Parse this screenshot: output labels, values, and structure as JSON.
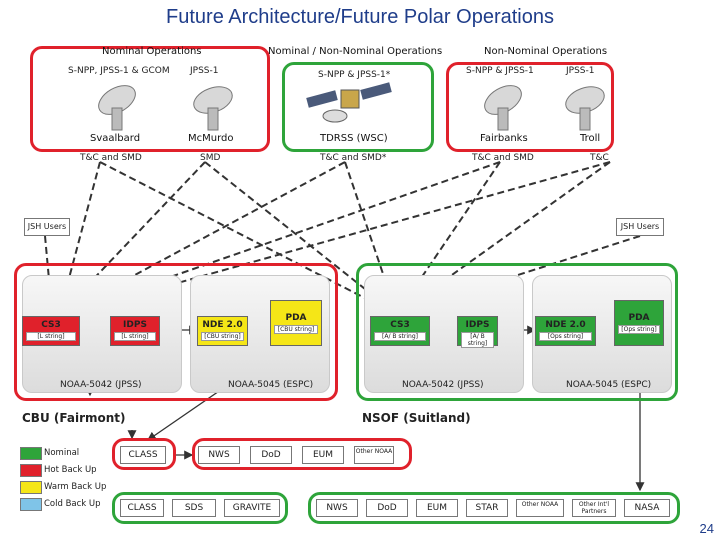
{
  "title": "Future Architecture/Future Polar Operations",
  "page_number": "24",
  "ground_groups": {
    "left": {
      "header": "Nominal Operations",
      "sat_left": "S-NPP, JPSS-1 & GCOM",
      "sat_right": "JPSS-1",
      "station_left": "Svaalbard",
      "station_right": "McMurdo",
      "link_left": "T&C and SMD",
      "link_right": "SMD"
    },
    "center": {
      "header": "Nominal / Non-Nominal Operations",
      "sat": "S-NPP & JPSS-1*",
      "station": "TDRSS (WSC)",
      "link": "T&C and SMD*"
    },
    "right": {
      "header": "Non-Nominal Operations",
      "sat_left": "S-NPP & JPSS-1",
      "sat_right": "JPSS-1",
      "station_left": "Fairbanks",
      "station_right": "Troll",
      "link_left": "T&C and SMD",
      "link_right": "T&C"
    }
  },
  "jsh_left": "JSH Users",
  "jsh_right": "JSH Users",
  "cbu": {
    "name": "CBU (Fairmont)",
    "cs3": {
      "title": "CS3",
      "sub": "[L string]"
    },
    "idps": {
      "title": "IDPS",
      "sub": "[L string]"
    },
    "nde": {
      "title": "NDE 2.0",
      "sub": "[CBU string]"
    },
    "pda": {
      "title": "PDA",
      "sub": "[CBU string]"
    },
    "label_left": "NOAA-5042 (JPSS)",
    "label_right": "NOAA-5045 (ESPC)"
  },
  "nsof": {
    "name": "NSOF (Suitland)",
    "cs3": {
      "title": "CS3",
      "sub": "[A/ B string]"
    },
    "idps": {
      "title": "IDPS",
      "sub": "[A/ B string]"
    },
    "nde": {
      "title": "NDE 2.0",
      "sub": "[Ops string]"
    },
    "pda": {
      "title": "PDA",
      "sub": "[Ops string]"
    },
    "label_left": "NOAA-5042 (JPSS)",
    "label_right": "NOAA-5045 (ESPC)"
  },
  "legend": [
    {
      "label": "Nominal",
      "color": "#2ea43a"
    },
    {
      "label": "Hot Back Up",
      "color": "#e0212b"
    },
    {
      "label": "Warm Back Up",
      "color": "#f5e617"
    },
    {
      "label": "Cold Back Up",
      "color": "#7fc4e8"
    }
  ],
  "row1": {
    "class": "CLASS",
    "nws": "NWS",
    "dod": "DoD",
    "eum": "EUM",
    "other": "Other NOAA"
  },
  "row2_left": {
    "class": "CLASS",
    "sds": "SDS",
    "gravite": "GRAVITE"
  },
  "row2_right": {
    "nws": "NWS",
    "dod": "DoD",
    "eum": "EUM",
    "star": "STAR",
    "other_noaa": "Other NOAA",
    "other_partners": "Other Int'l Partners",
    "nasa": "NASA"
  },
  "colors": {
    "nominal": "#2ea43a",
    "hot": "#e0212b",
    "warm": "#f5e617",
    "cold": "#7fc4e8",
    "title": "#1f3d8a"
  }
}
